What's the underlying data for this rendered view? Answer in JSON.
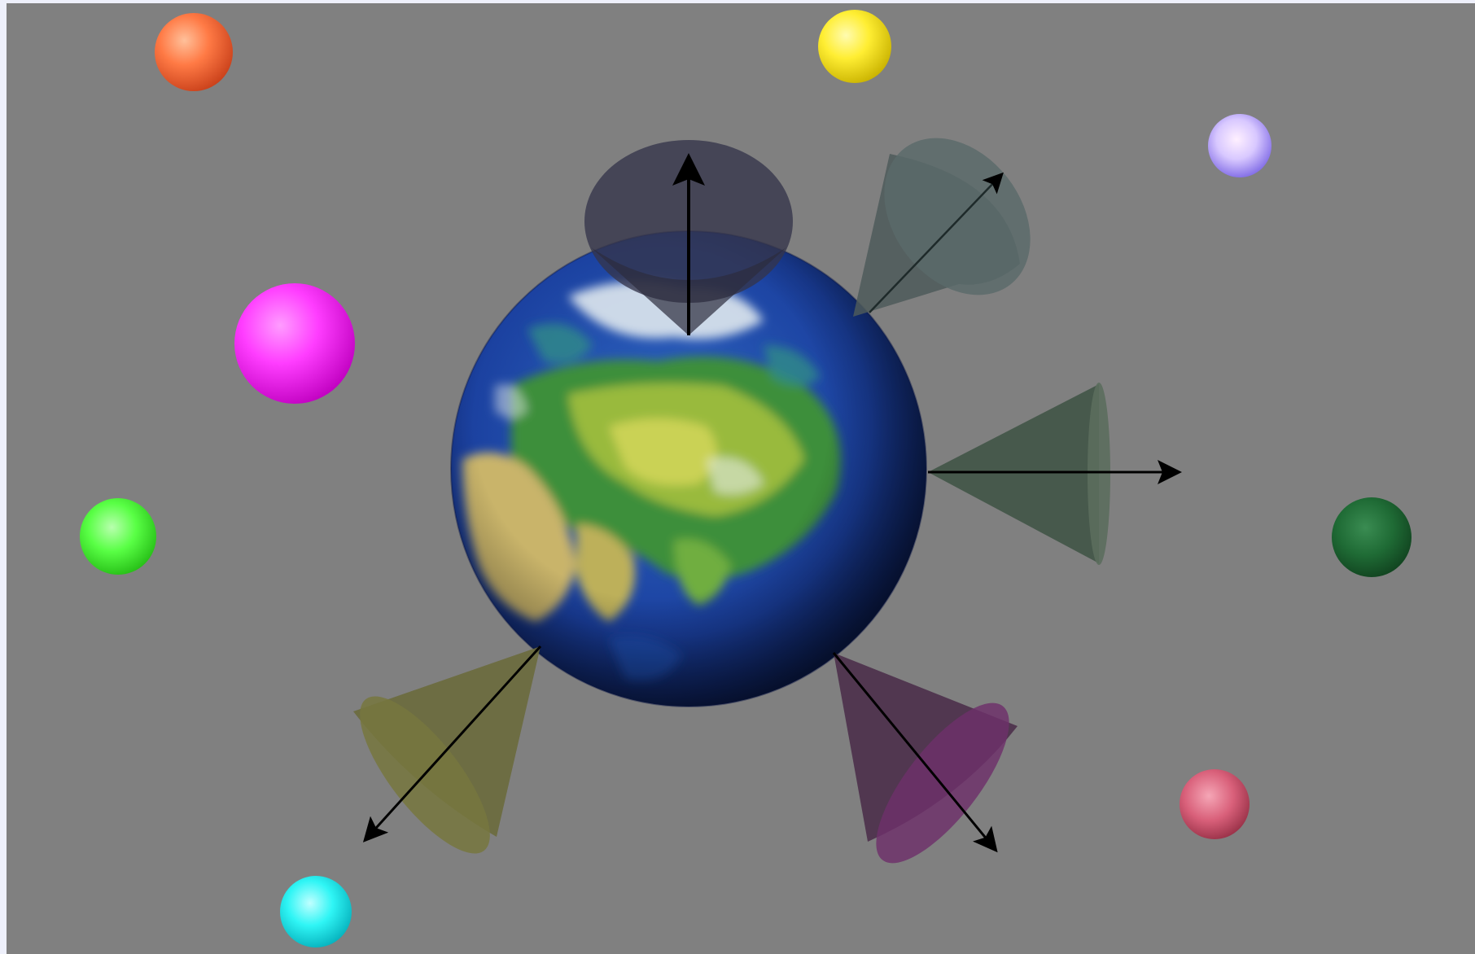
{
  "scene": {
    "background_color": "#808080",
    "frame_color": "#eef0fb",
    "globe": {
      "label": "earth-globe",
      "ocean_color": "#1a3f9e",
      "land_colors": [
        "#3d8f3a",
        "#b9c24c",
        "#c9b46a",
        "#e8eef2"
      ]
    },
    "cones": [
      {
        "name": "cone-top",
        "color": "#35354a",
        "direction": "up"
      },
      {
        "name": "cone-upper-right",
        "color": "#4d5b5b",
        "direction": "upper-right"
      },
      {
        "name": "cone-right",
        "color": "#3f5344",
        "direction": "right"
      },
      {
        "name": "cone-lower-left",
        "color": "#6a6a3a",
        "direction": "lower-left"
      },
      {
        "name": "cone-lower-right",
        "color": "#5e2f58",
        "direction": "lower-right"
      }
    ],
    "spheres": [
      {
        "name": "orange-sphere",
        "color": "#ff7a45"
      },
      {
        "name": "yellow-sphere",
        "color": "#ffee33"
      },
      {
        "name": "lavender-sphere",
        "color": "#c9b8ff"
      },
      {
        "name": "magenta-sphere",
        "color": "#ff3dff"
      },
      {
        "name": "light-green-sphere",
        "color": "#59ff45"
      },
      {
        "name": "dark-green-sphere",
        "color": "#1f6b35"
      },
      {
        "name": "rose-sphere",
        "color": "#d9607a"
      },
      {
        "name": "cyan-sphere",
        "color": "#2ff5f5"
      }
    ]
  }
}
